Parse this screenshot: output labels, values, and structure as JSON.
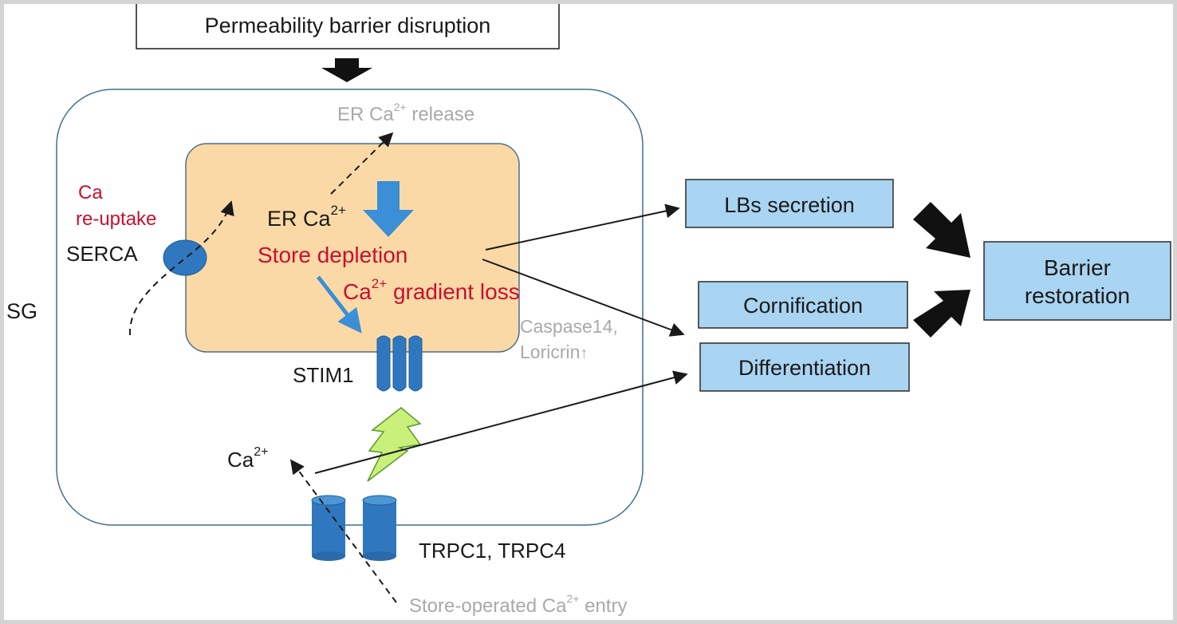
{
  "labels": {
    "top_box": "Permeability barrier disruption",
    "er_release": "ER Ca",
    "er_release_sup": "2+",
    "er_release_tail": " release",
    "ca_reuptake_1": "Ca",
    "ca_reuptake_2": "re-uptake",
    "serca": "SERCA",
    "er_ca": "ER Ca",
    "er_ca_sup": "2+",
    "store_depletion": "Store depletion",
    "gradient_pre": "Ca",
    "gradient_sup": "2+",
    "gradient_tail": " gradient loss",
    "sg": "SG",
    "stim1": "STIM1",
    "caspase": "Caspase14,",
    "loricrin": "Loricrin",
    "loricrin_arrow": "↑",
    "ca_cyto": "Ca",
    "ca_cyto_sup": "2+",
    "trpc": "TRPC1, TRPC4",
    "soce_pre": "Store-operated Ca",
    "soce_sup": "2+",
    "soce_tail": " entry",
    "lbs": "LBs secretion",
    "cornification": "Cornification",
    "differentiation": "Differentiation",
    "barrier_1": "Barrier",
    "barrier_2": "restoration"
  },
  "colors": {
    "cell_border": "#3f6f8f",
    "er_fill": "#fbd9a6",
    "er_border": "#4c6f87",
    "box_fill": "#a9d4f2",
    "box_border": "#2b2b2b",
    "channel_blue": "#2f78bf",
    "arrow_blue": "#3a8fd6",
    "lightning": "#c8f07a",
    "red_text": "#c8102e",
    "gray_text": "#a9a9a9"
  }
}
